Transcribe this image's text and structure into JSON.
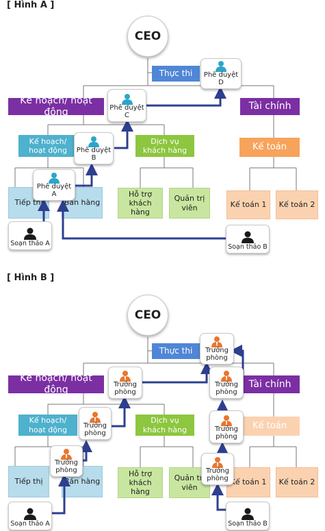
{
  "fig_a": {
    "label": "[ Hình A ]",
    "ceo": "CEO",
    "thuc_thi": "Thực thi",
    "ke_hoach_hoat_dong": "Kế hoạch/ hoạt động",
    "tai_chinh": "Tài chính",
    "ke_hoach_sub_line1": "Kế hoạch/",
    "ke_hoach_sub_line2": "hoạt động",
    "dich_vu_line1": "Dịch vụ",
    "dich_vu_line2": "khách hàng",
    "ke_toan": "Kế toán",
    "tiep_thi": "Tiếp thị",
    "ban_hang": "Bán hàng",
    "ho_tro_line1": "Hỗ trợ",
    "ho_tro_line2": "khách hàng",
    "quan_tri_line1": "Quản trị",
    "quan_tri_line2": "viên",
    "ke_toan_1": "Kế toán 1",
    "ke_toan_2": "Kế toán 2",
    "approver_text": "Phê duyệt",
    "approver_a": "A",
    "approver_b": "B",
    "approver_c": "C",
    "approver_d": "D",
    "soan_thao_a": "Soạn thảo A",
    "soan_thao_b": "Soạn thảo B"
  },
  "fig_b": {
    "label": "[ Hình B ]",
    "ceo": "CEO",
    "thuc_thi": "Thực thi",
    "ke_hoach_hoat_dong": "Kế hoạch/ hoạt động",
    "tai_chinh": "Tài chính",
    "ke_hoach_sub_line1": "Kế hoạch/",
    "ke_hoach_sub_line2": "hoạt động",
    "dich_vu_line1": "Dịch vụ",
    "dich_vu_line2": "khách hàng",
    "ke_toan": "Kế toán",
    "tiep_thi": "Tiếp thị",
    "ban_hang": "Bán hàng",
    "ho_tro_line1": "Hỗ trợ",
    "ho_tro_line2": "khách hàng",
    "quan_tri_line1": "Quản trị",
    "quan_tri_line2": "viên",
    "ke_toan_1": "Kế toán 1",
    "ke_toan_2": "Kế toán 2",
    "head_line1": "Trưởng",
    "head_line2": "phòng",
    "soan_thao_a": "Soạn thảo A",
    "soan_thao_b": "Soạn thảo B"
  },
  "colors": {
    "arrow": "#2e3f8f",
    "approver_icon": "#2aa6c9",
    "head_icon": "#e8762f",
    "drafter_icon": "#1a1a1a",
    "connector": "#777777"
  }
}
